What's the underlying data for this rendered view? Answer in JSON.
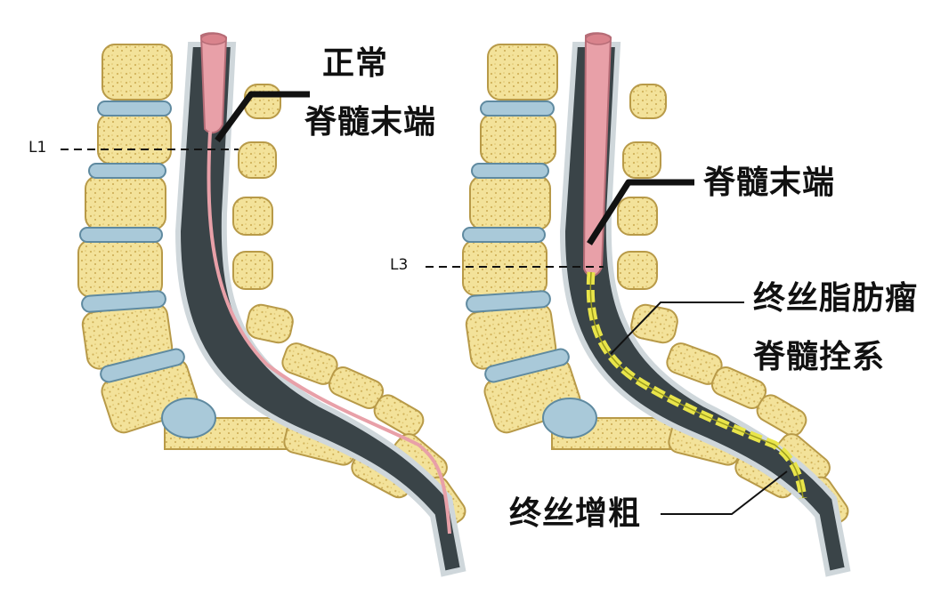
{
  "labels": {
    "normal_title": "正常",
    "normal_conus": "脊髓末端",
    "level_normal": "L1",
    "tethered_conus": "脊髓末端",
    "level_tethered": "L3",
    "filum_lipoma": "终丝脂肪瘤",
    "tethered_cord": "脊髓拴系",
    "thick_filum": "终丝增粗"
  },
  "colors": {
    "bone": "#f3e29a",
    "bone_speckle": "#cfb25a",
    "bone_edge": "#b89a48",
    "disc": "#a9c9d9",
    "disc_edge": "#5f8aa0",
    "canal": "#3a4448",
    "dura": "#cfd7db",
    "cord": "#e8a0a8",
    "filum_lipoma": "#e9e54a",
    "line": "#111111"
  }
}
